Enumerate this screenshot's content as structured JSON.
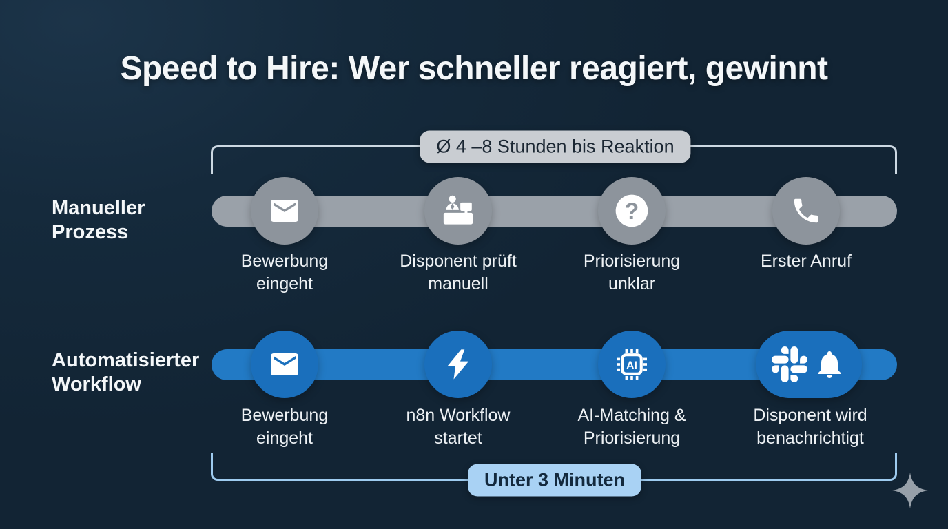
{
  "title": "Speed to Hire: Wer schneller reagiert, gewinnt",
  "colors": {
    "background": "#142839",
    "manual_bar": "#9aa1a9",
    "manual_node": "#8d949c",
    "manual_badge_bg": "#c9cdd2",
    "auto_bar": "#227ac5",
    "auto_node": "#1a6fbc",
    "auto_badge_bg": "#a9d2f4",
    "bracket_top": "#ccd8e2",
    "bracket_bottom": "#9ecbef",
    "text": "#f2f5f7"
  },
  "manual": {
    "row_label_lines": [
      "Manueller",
      "Prozess"
    ],
    "badge_label": "Ø 4 –8 Stunden bis Reaktion",
    "steps": [
      {
        "icon": "envelope-icon",
        "lines": [
          "Bewerbung",
          "eingeht"
        ]
      },
      {
        "icon": "desk-agent-icon",
        "lines": [
          "Disponent prüft",
          "manuell"
        ]
      },
      {
        "icon": "question-mark-icon",
        "glyph": "?",
        "lines": [
          "Priorisierung",
          "unklar"
        ]
      },
      {
        "icon": "phone-icon",
        "lines": [
          "Erster Anruf"
        ]
      }
    ]
  },
  "automated": {
    "row_label_lines": [
      "Automatisierter",
      "Workflow"
    ],
    "badge_label": "Unter 3 Minuten",
    "steps": [
      {
        "icon": "envelope-icon",
        "lines": [
          "Bewerbung",
          "eingeht"
        ]
      },
      {
        "icon": "lightning-icon",
        "lines": [
          "n8n Workflow",
          "startet"
        ]
      },
      {
        "icon": "ai-chip-icon",
        "chip_text": "AI",
        "lines": [
          "AI-Matching &",
          "Priorisierung"
        ]
      },
      {
        "icon": "slack-bell-icon",
        "lines": [
          "Disponent wird",
          "benachrichtigt"
        ]
      }
    ]
  },
  "watermark": {
    "icon": "sparkle-icon"
  }
}
